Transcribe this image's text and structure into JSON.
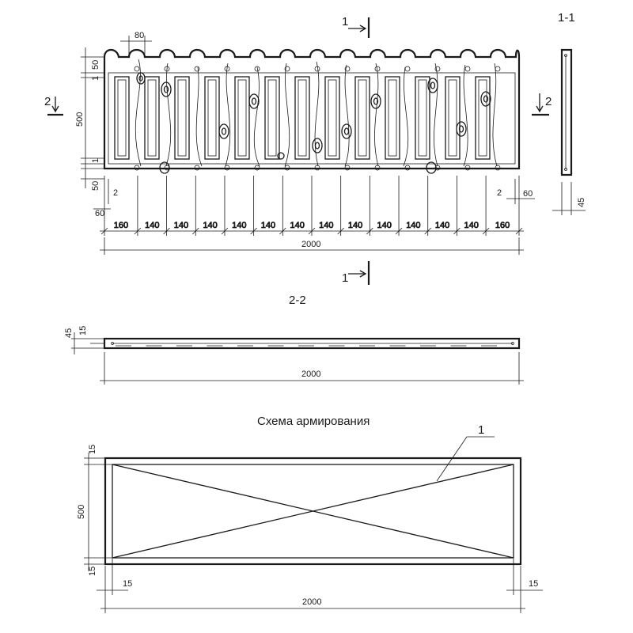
{
  "elevation": {
    "dim_top_80": "80",
    "dim_50_top": "50",
    "dim_1_top": "1",
    "dim_500": "500",
    "dim_1_bottom": "1",
    "dim_50_bottom": "50",
    "dim_2_left": "2",
    "dim_2_right": "2",
    "dim_60_left": "60",
    "dim_60_right": "60",
    "segments": [
      "160",
      "140",
      "140",
      "140",
      "140",
      "140",
      "140",
      "140",
      "140",
      "140",
      "140",
      "140",
      "140",
      "160"
    ],
    "total_length": "2000"
  },
  "section_1_1": {
    "title": "1-1",
    "cut_label_top": "1",
    "cut_label_bottom": "1",
    "dim_45": "45"
  },
  "section_2_2": {
    "title": "2-2",
    "cut_label_left": "2",
    "cut_label_right": "2",
    "dim_45": "45",
    "dim_15": "15",
    "total_length": "2000"
  },
  "reinforcement": {
    "title": "Схема армирования",
    "callout": "1",
    "dim_15_top": "15",
    "dim_500": "500",
    "dim_15_bottom": "15",
    "dim_15_left": "15",
    "dim_15_right": "15",
    "total_length": "2000"
  }
}
